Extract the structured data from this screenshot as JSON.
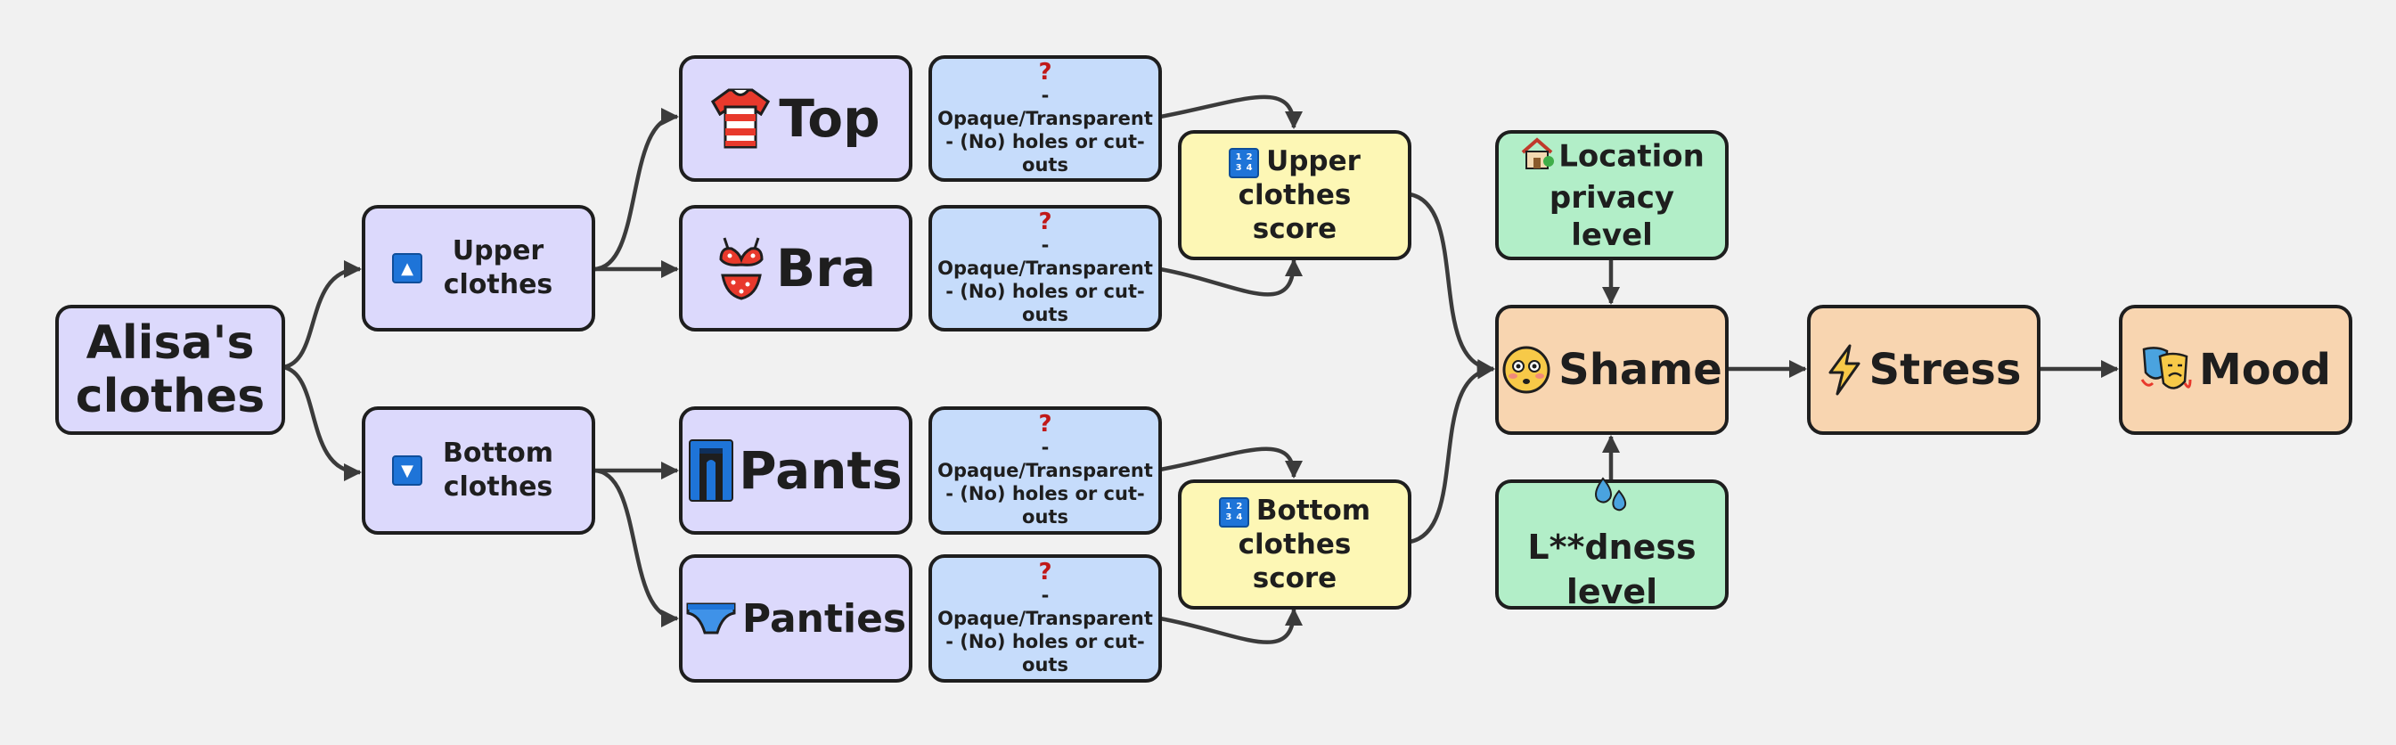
{
  "nodes": {
    "alisa": "Alisa's clothes",
    "upper": "Upper clothes",
    "bottom": "Bottom clothes",
    "top": "Top",
    "bra": "Bra",
    "pants": "Pants",
    "panties": "Panties",
    "property_mark": "?",
    "property_line1": "- Opaque/Transparent",
    "property_line2": "- (No) holes or cut-outs",
    "upper_score": "Upper clothes score",
    "bottom_score": "Bottom clothes score",
    "location": "Location privacy level",
    "lewdness": "L**dness level",
    "shame": "Shame",
    "stress": "Stress",
    "mood": "Mood"
  },
  "icons": {
    "upper": "up-triangle-icon",
    "bottom": "down-triangle-icon",
    "top": "striped-shirt-icon",
    "bra": "bikini-icon",
    "pants": "pants-icon",
    "panties": "briefs-icon",
    "score": "numbers-icon",
    "location": "house-icon",
    "lewdness": "sweat-droplets-icon",
    "shame": "flushed-face-icon",
    "stress": "lightning-icon",
    "mood": "theater-masks-icon"
  },
  "colors": {
    "clothes": "#dcd9fc",
    "property": "#c6dcfb",
    "score": "#fdf7b5",
    "context": "#b2eec8",
    "emotion": "#f8d5b0"
  }
}
